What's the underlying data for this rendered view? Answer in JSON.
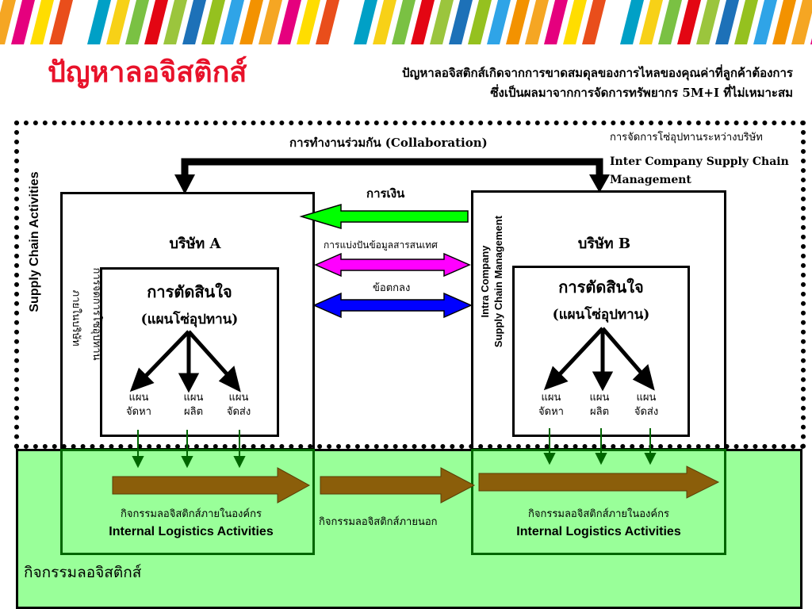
{
  "title": "ปัญหาลอจิสติกส์",
  "subtitle": {
    "line1": "ปัญหาลอจิสติกส์เกิดจากการขาดสมดุลของการไหลของคุณค่าที่ลูกค้าต้องการ",
    "line2": "ซึ่งเป็นผลมาจากการจัดการทรัพยากร 5M+I ที่ไม่เหมาะสม"
  },
  "inter_company": {
    "thai": "การจัดการโซ่อุปทานระหว่างบริษัท",
    "english_line1": "Inter Company Supply Chain",
    "english_line2": "Management"
  },
  "collaboration": "การทำงานร่วมกัน (Collaboration)",
  "supply_chain_activities": "Supply Chain Activities",
  "company_a": {
    "name": "บริษัท A",
    "internal_label_line1": "การจัดการโซ่อุปทาน",
    "internal_label_line2": "ภายในบริษัท",
    "decision_line1": "การตัดสินใจ",
    "decision_line2": "(แผนโซ่อุปทาน)",
    "plans": [
      {
        "line1": "แผน",
        "line2": "จัดหา"
      },
      {
        "line1": "แผน",
        "line2": "ผลิต"
      },
      {
        "line1": "แผน",
        "line2": "จัดส่ง"
      }
    ]
  },
  "company_b": {
    "name": "บริษัท B",
    "intra_line1": "Intra Company",
    "intra_line2": "Supply Chain Management",
    "decision_line1": "การตัดสินใจ",
    "decision_line2": "(แผนโซ่อุปทาน)",
    "plans": [
      {
        "line1": "แผน",
        "line2": "จัดหา"
      },
      {
        "line1": "แผน",
        "line2": "ผลิต"
      },
      {
        "line1": "แผน",
        "line2": "จัดส่ง"
      }
    ]
  },
  "flows": {
    "money": "การเงิน",
    "information": "การแบ่งปันข้อมูลสารสนเทศ",
    "agreement": "ข้อตกลง"
  },
  "logistics": {
    "internal_thai": "กิจกรรมลอจิสติกส์ภายในองค์กร",
    "internal_english": "Internal Logistics Activities",
    "external_thai": "กิจกรรมลอจิสติกส์ภายนอก",
    "area_label": "กิจกรรมลอจิสติกส์"
  },
  "colors": {
    "title": "#e8122a",
    "money_arrow": "#00ff00",
    "info_arrow": "#ff00ff",
    "agreement_arrow": "#0000ff",
    "logistics_arrow": "#8b5e0a",
    "logistics_area": "#99ff99",
    "internal_box_border": "#006600"
  }
}
